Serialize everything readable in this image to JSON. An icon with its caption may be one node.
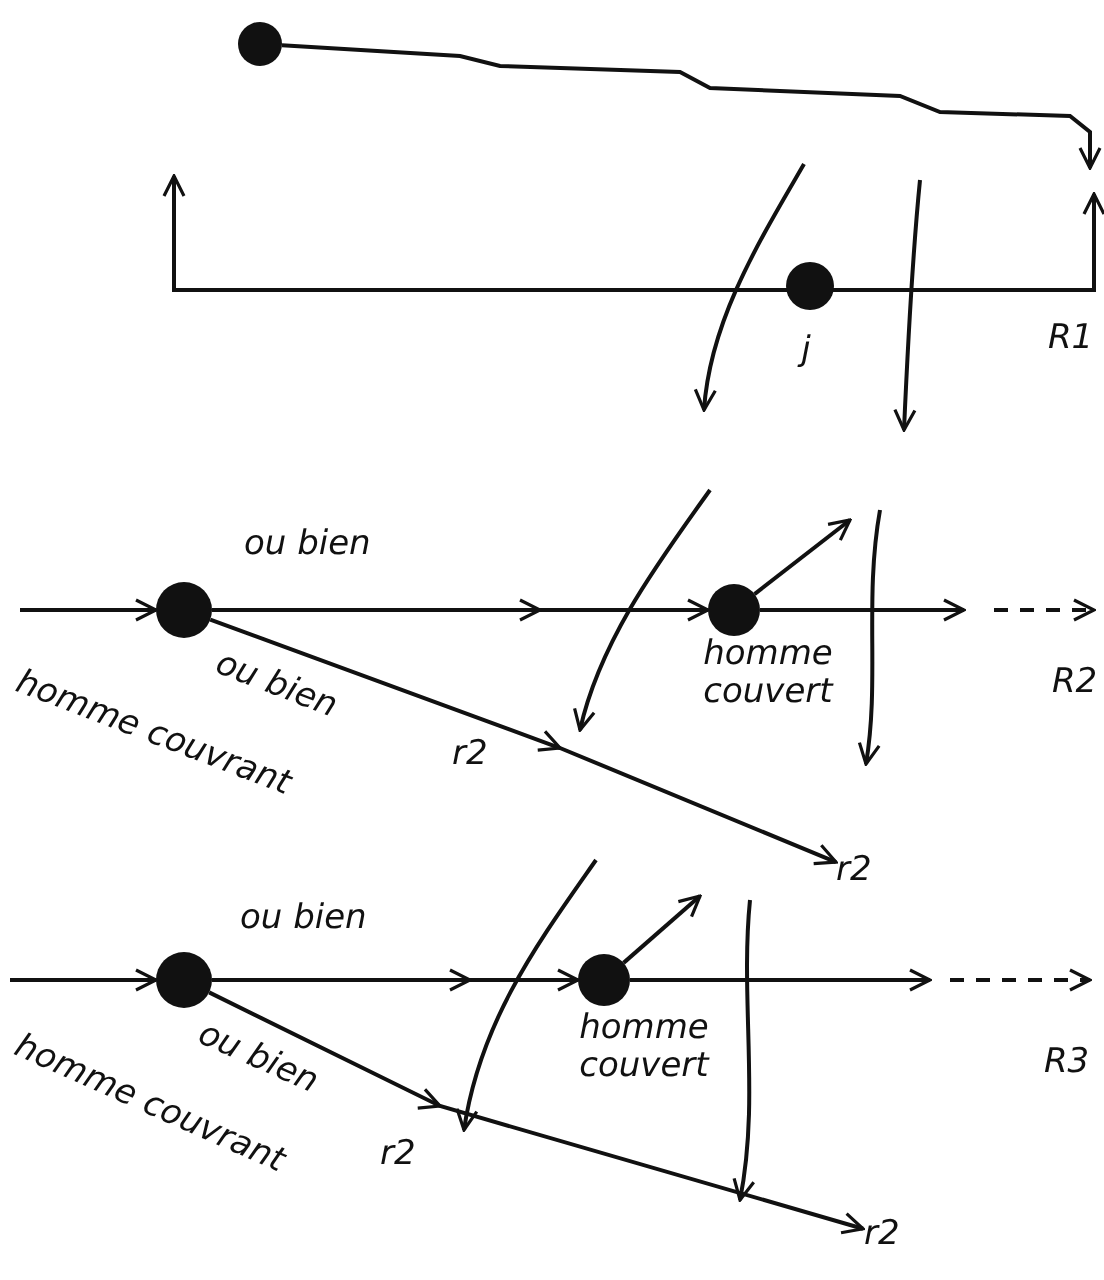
{
  "diagram": {
    "nodes": [
      {
        "text": [],
        "shape": "circle"
      },
      {
        "text": [],
        "shape": "circle",
        "beside": [
          "j"
        ]
      },
      {
        "text": [],
        "shape": "circle"
      },
      {
        "text": [],
        "shape": "circle",
        "beside": [
          "homme couvert"
        ]
      },
      {
        "text": [],
        "shape": "circle"
      },
      {
        "text": [],
        "shape": "circle",
        "beside": [
          "homme couvert"
        ]
      },
      {
        "text": [
          "r2"
        ]
      },
      {
        "text": [
          "r2"
        ]
      }
    ],
    "edges": [
      {
        "from": 0,
        "to": null,
        "arrow": "to"
      },
      {
        "from": null,
        "to": 2,
        "arrow": "to"
      },
      {
        "from": 2,
        "to": 3,
        "arrow": "to",
        "label": "ou bien"
      },
      {
        "from": 3,
        "to": null,
        "arrow": "to"
      },
      {
        "from": 2,
        "to": 6,
        "arrow": "to",
        "label": "ou bien"
      },
      {
        "from": 3,
        "to": null,
        "arrow": "to"
      },
      {
        "from": null,
        "to": 4,
        "arrow": "to"
      },
      {
        "from": 4,
        "to": 5,
        "arrow": "to",
        "label": "ou bien"
      },
      {
        "from": 5,
        "to": null,
        "arrow": "to"
      },
      {
        "from": 4,
        "to": 7,
        "arrow": "to",
        "label": "ou bien"
      },
      {
        "from": 5,
        "to": null,
        "arrow": "to"
      }
    ],
    "labels": [
      "R1",
      "R2",
      "r2",
      "homme couvrant",
      "R3",
      "r2",
      "homme couvrant"
    ]
  }
}
